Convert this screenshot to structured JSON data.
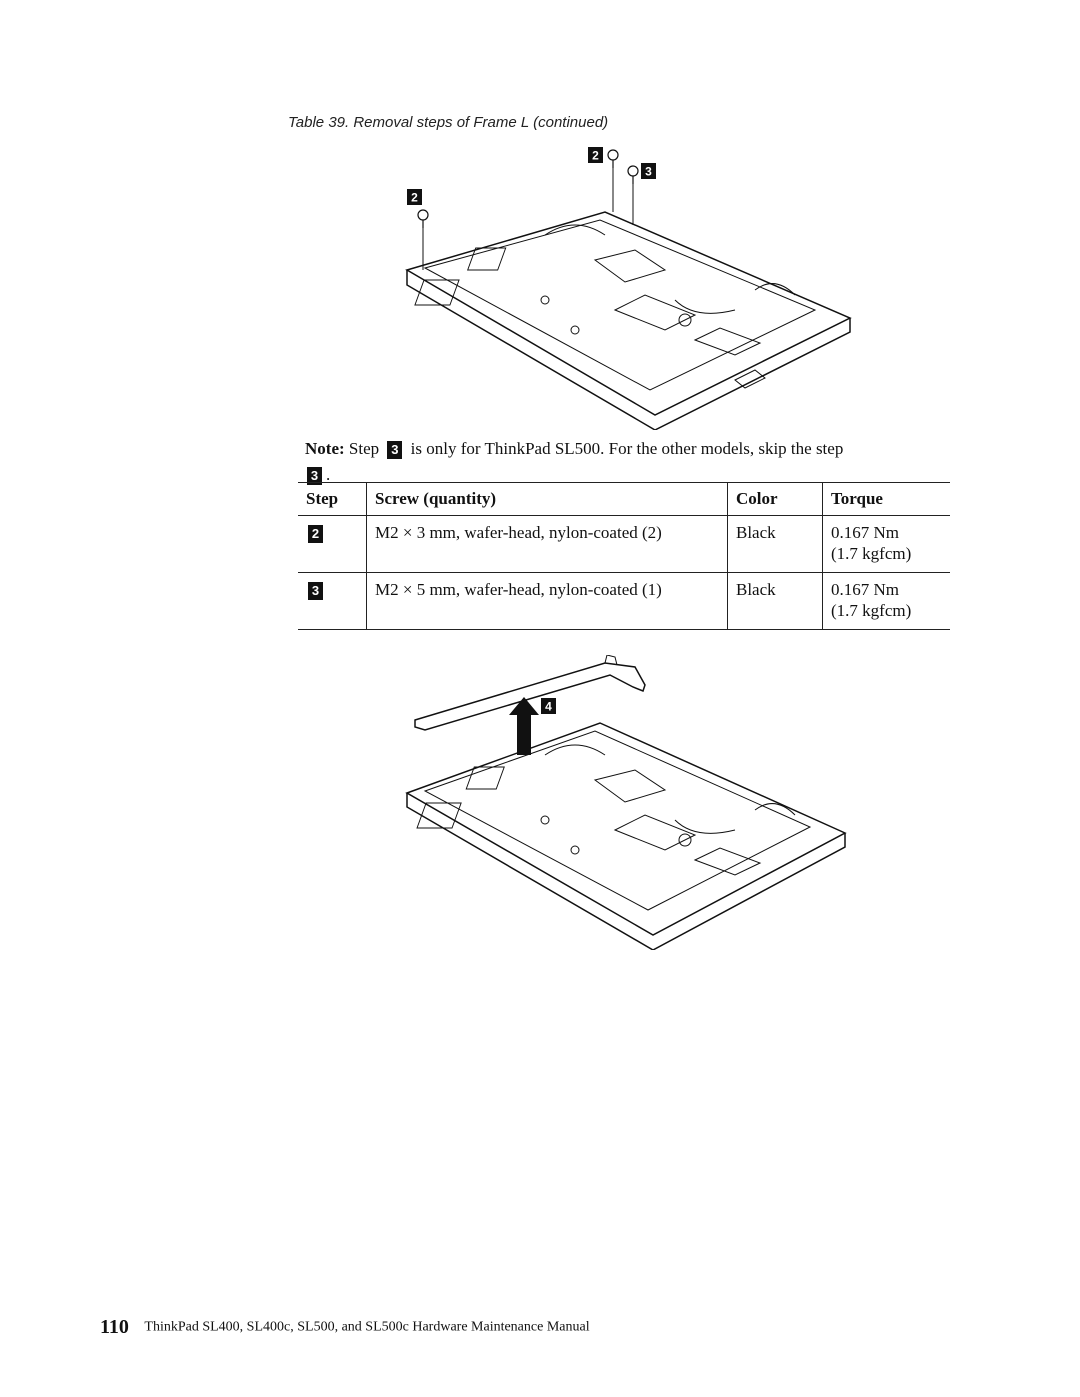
{
  "caption": "Table 39. Removal steps of Frame L  (continued)",
  "figure1": {
    "callouts": [
      "2",
      "2",
      "3"
    ]
  },
  "note": {
    "label": "Note:",
    "text_before": "Step",
    "step_badge": "3",
    "text_after": "is only for ThinkPad SL500. For the other models, skip the step",
    "end_badge": "3",
    "end_punct": "."
  },
  "table": {
    "headers": [
      "Step",
      "Screw (quantity)",
      "Color",
      "Torque"
    ],
    "rows": [
      {
        "step": "2",
        "screw": "M2 × 3 mm, wafer-head, nylon-coated (2)",
        "color": "Black",
        "torque1": "0.167 Nm",
        "torque2": "(1.7 kgfcm)"
      },
      {
        "step": "3",
        "screw": "M2 × 5 mm, wafer-head, nylon-coated (1)",
        "color": "Black",
        "torque1": "0.167 Nm",
        "torque2": "(1.7 kgfcm)"
      }
    ]
  },
  "figure2": {
    "callout": "4"
  },
  "footer": {
    "page_number": "110",
    "title": "ThinkPad SL400, SL400c, SL500, and SL500c Hardware Maintenance Manual"
  }
}
